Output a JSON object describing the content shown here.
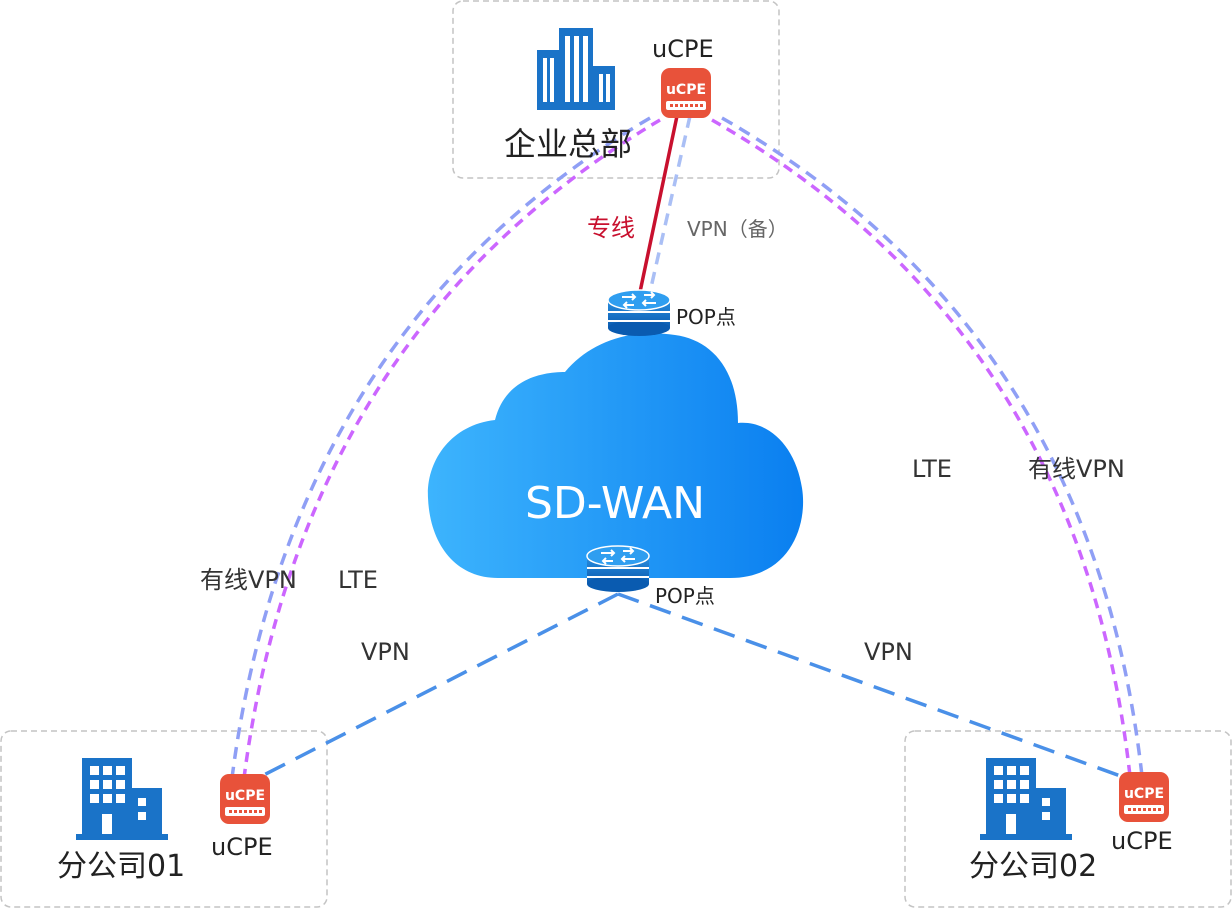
{
  "diagram": {
    "cloud": {
      "label": "SD-WAN"
    },
    "pop_top": {
      "label": "POP点"
    },
    "pop_bottom": {
      "label": "POP点"
    },
    "headquarters": {
      "label": "企业总部",
      "device_label": "uCPE",
      "device_text": "uCPE"
    },
    "branch01": {
      "label": "分公司01",
      "device_label": "uCPE",
      "device_text": "uCPE"
    },
    "branch02": {
      "label": "分公司02",
      "device_label": "uCPE",
      "device_text": "uCPE"
    },
    "links": {
      "leased_line": "专线",
      "vpn_backup": "VPN（备）",
      "left_wired_vpn": "有线VPN",
      "left_lte": "LTE",
      "left_vpn": "VPN",
      "right_lte": "LTE",
      "right_wired_vpn": "有线VPN",
      "right_vpn": "VPN"
    },
    "colors": {
      "leased_line": "#c8102e",
      "wired_vpn": "#8f9ff5",
      "lte": "#cc66ff",
      "vpn": "#4a90e8",
      "device": "#e8523a",
      "building": "#1a73c8",
      "cloud_start": "#3aaefc",
      "cloud_end": "#0a82f0"
    }
  }
}
